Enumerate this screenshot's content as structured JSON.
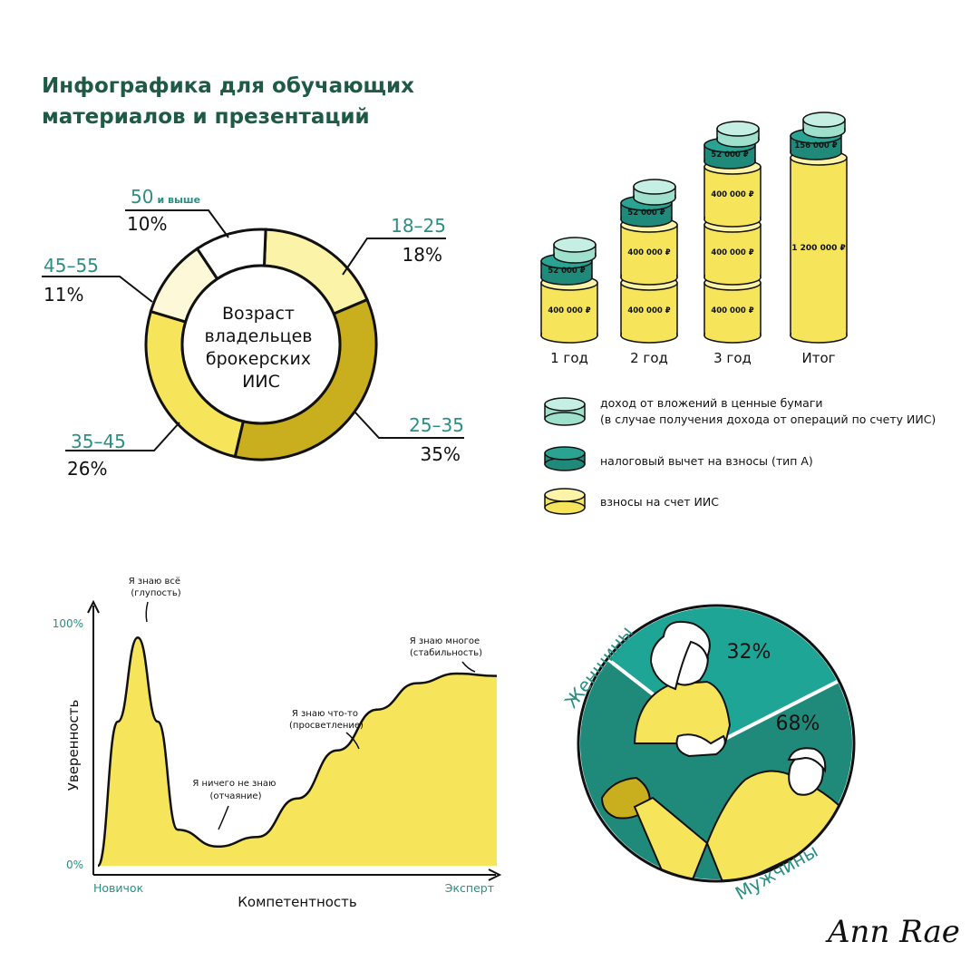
{
  "title": {
    "line1": "Инфографика для обучающих",
    "line2": "материалов и презентаций"
  },
  "colors": {
    "title": "#1e5a46",
    "teal_dark": "#1f8a7a",
    "teal_light": "#9fe0cc",
    "yellow": "#f6e55a",
    "yellow_light": "#fbf3a8",
    "yellow_pale": "#fdf9d8",
    "ochre": "#c9ae1e",
    "teal_text": "#2a8f83"
  },
  "chart_data": [
    {
      "type": "pie",
      "style": "donut",
      "center_label": [
        "Возраст",
        "владельцев",
        "брокерских",
        "ИИС"
      ],
      "slices": [
        {
          "label": "18–25",
          "value": 18
        },
        {
          "label": "25–35",
          "value": 35
        },
        {
          "label": "35–45",
          "value": 26
        },
        {
          "label": "45–55",
          "value": 11
        },
        {
          "label": "50",
          "label_suffix": "и выше",
          "value": 10
        }
      ],
      "value_labels": [
        "18%",
        "35%",
        "26%",
        "11%",
        "10%"
      ]
    },
    {
      "type": "bar",
      "stacked": true,
      "categories": [
        "1 год",
        "2 год",
        "3 год",
        "Итог"
      ],
      "segments": [
        {
          "year": "1 год",
          "contributions": [
            "400 000 ₽"
          ],
          "deduction": "52 000 ₽",
          "income_coins": 1
        },
        {
          "year": "2 год",
          "contributions": [
            "400 000 ₽",
            "400 000 ₽"
          ],
          "deduction": "52 000 ₽",
          "income_coins": 1
        },
        {
          "year": "3 год",
          "contributions": [
            "400 000 ₽",
            "400 000 ₽",
            "400 000 ₽"
          ],
          "deduction": "52 000 ₽",
          "income_coins": 1
        },
        {
          "year": "Итог",
          "contributions": [
            "1 200 000 ₽"
          ],
          "deduction": "156 000 ₽",
          "income_coins": 1
        }
      ],
      "legend": [
        {
          "name": "доход от вложений в ценные бумаги",
          "sub": "(в случае получения дохода от операций по счету ИИС)",
          "color": "#9fe0cc"
        },
        {
          "name": "налоговый вычет на взносы (тип А)",
          "color": "#1f8a7a"
        },
        {
          "name": "взносы на счет ИИС",
          "color": "#f6e55a"
        }
      ]
    },
    {
      "type": "line",
      "ylabel": "Уверенность",
      "xlabel": "Компетентность",
      "y_ticks": [
        "100%",
        "0%"
      ],
      "x_ticks": [
        "Новичок",
        "Эксперт"
      ],
      "annotations": [
        {
          "text": [
            "Я знаю всё",
            "(глупость)"
          ]
        },
        {
          "text": [
            "Я ничего не знаю",
            "(отчаяние)"
          ]
        },
        {
          "text": [
            "Я знаю что-то",
            "(просветление)"
          ]
        },
        {
          "text": [
            "Я знаю многое",
            "(стабильность)"
          ]
        }
      ],
      "x": [
        0,
        5,
        10,
        15,
        20,
        30,
        40,
        50,
        60,
        70,
        80,
        90,
        100
      ],
      "y": [
        0,
        60,
        95,
        60,
        15,
        8,
        12,
        28,
        48,
        65,
        76,
        80,
        79
      ]
    },
    {
      "type": "pie",
      "slices": [
        {
          "label": "Женщины",
          "value": 32,
          "display": "32%",
          "color": "#1fa596"
        },
        {
          "label": "Мужчины",
          "value": 68,
          "display": "68%",
          "color": "#1f8a7a"
        }
      ]
    }
  ],
  "signature": "Ann Rae"
}
